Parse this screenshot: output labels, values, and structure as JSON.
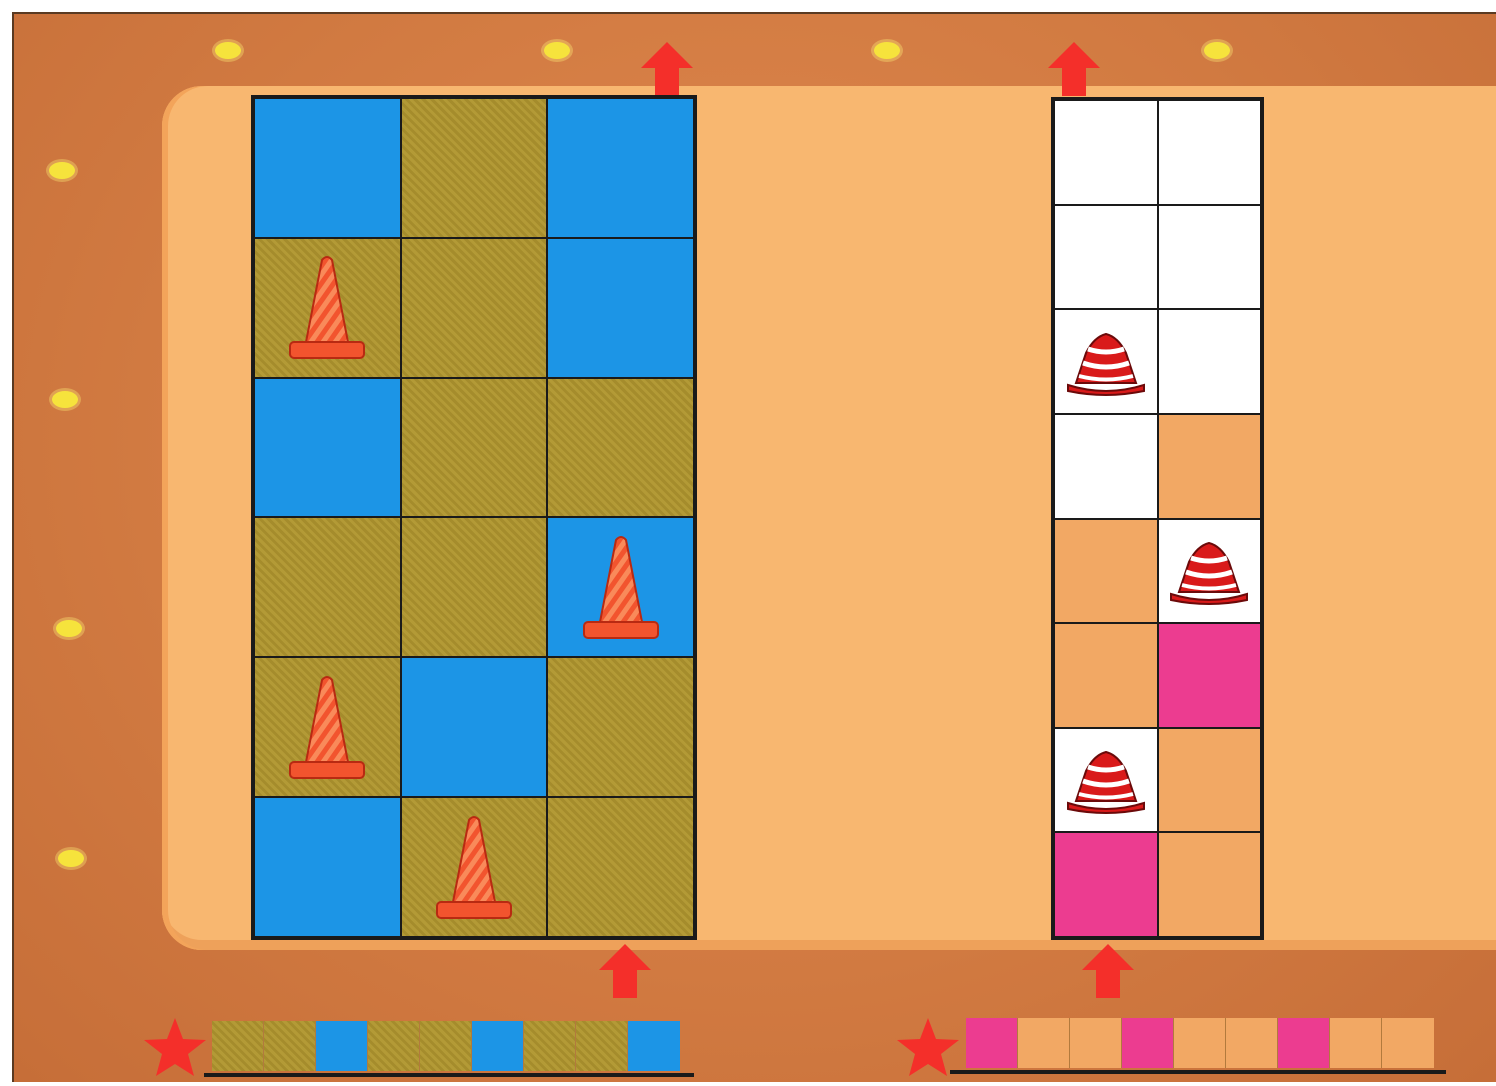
{
  "colors": {
    "blue": "#1c95e6",
    "olive": "#a88f30",
    "white": "#ffffff",
    "peach": "#f2a864",
    "pink": "#ec3c90",
    "arrow_red": "#f42f2a",
    "cone_orange": "#f2542e",
    "cone_stripe": "#f98a5a",
    "hat_red": "#d91a1a",
    "frame_orange": "#d27b42",
    "panel_peach": "#f8b770",
    "bulb_yellow": "#f6e33c"
  },
  "left_puzzle": {
    "rows": 6,
    "cols": 3,
    "cells": [
      [
        "blue",
        "olive",
        "blue"
      ],
      [
        "olive",
        "olive",
        "blue"
      ],
      [
        "blue",
        "olive",
        "olive"
      ],
      [
        "olive",
        "olive",
        "blue"
      ],
      [
        "olive",
        "blue",
        "olive"
      ],
      [
        "blue",
        "olive",
        "olive"
      ]
    ],
    "obstacles": [
      {
        "row": 1,
        "col": 0,
        "icon": "traffic-cone-icon"
      },
      {
        "row": 3,
        "col": 2,
        "icon": "traffic-cone-icon"
      },
      {
        "row": 4,
        "col": 0,
        "icon": "traffic-cone-icon"
      },
      {
        "row": 5,
        "col": 1,
        "icon": "traffic-cone-icon"
      }
    ],
    "answer_strip": [
      "olive",
      "olive",
      "blue",
      "olive",
      "olive",
      "blue",
      "olive",
      "olive",
      "blue"
    ]
  },
  "right_puzzle": {
    "rows": 8,
    "cols": 2,
    "cells": [
      [
        "white",
        "white"
      ],
      [
        "white",
        "white"
      ],
      [
        "white",
        "white"
      ],
      [
        "white",
        "peach"
      ],
      [
        "peach",
        "white"
      ],
      [
        "peach",
        "pink"
      ],
      [
        "white",
        "peach"
      ],
      [
        "pink",
        "peach"
      ]
    ],
    "obstacles": [
      {
        "row": 2,
        "col": 0,
        "icon": "striped-cone-hat-icon"
      },
      {
        "row": 4,
        "col": 1,
        "icon": "striped-cone-hat-icon"
      },
      {
        "row": 6,
        "col": 0,
        "icon": "striped-cone-hat-icon"
      }
    ],
    "answer_strip": [
      "pink",
      "peach",
      "peach",
      "pink",
      "peach",
      "peach",
      "pink",
      "peach",
      "peach"
    ]
  }
}
